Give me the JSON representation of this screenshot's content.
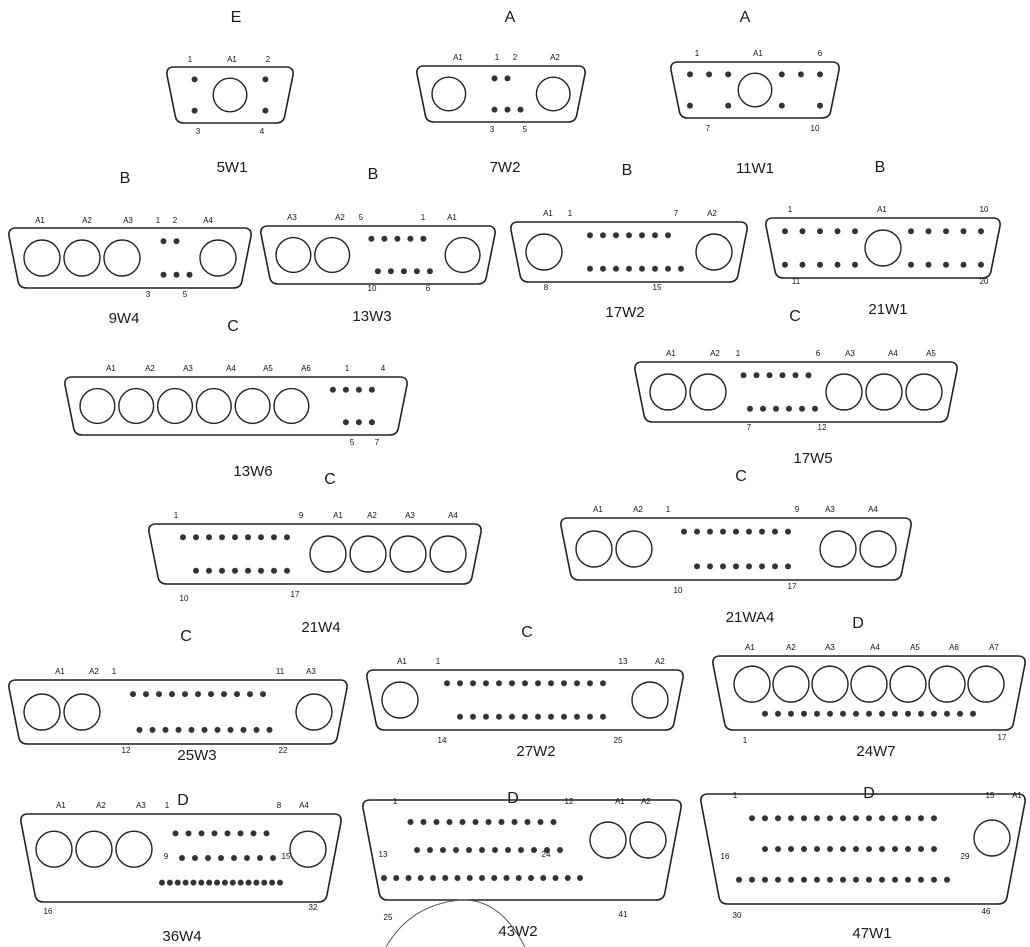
{
  "connectors": [
    {
      "id": "5W1",
      "shell": "E",
      "pin_labels": [
        "1",
        "A1",
        "2",
        "3",
        "4"
      ],
      "signal_rows": [
        2,
        2
      ],
      "coax_count": 1
    },
    {
      "id": "7W2",
      "shell": "A",
      "pin_labels": [
        "A1",
        "1",
        "2",
        "A2",
        "3",
        "5"
      ],
      "signal_rows": [
        2,
        3
      ],
      "coax_count": 2
    },
    {
      "id": "11W1",
      "shell": "A",
      "pin_labels": [
        "1",
        "A1",
        "6",
        "7",
        "10"
      ],
      "signal_rows": [
        6,
        4
      ],
      "coax_count": 1
    },
    {
      "id": "9W4",
      "shell": "B",
      "pin_labels": [
        "A1",
        "A2",
        "A3",
        "1",
        "2",
        "A4",
        "3",
        "5"
      ],
      "signal_rows": [
        2,
        3
      ],
      "coax_count": 4
    },
    {
      "id": "13W3",
      "shell": "B",
      "pin_labels": [
        "A3",
        "A2",
        "5",
        "1",
        "A1",
        "10",
        "6"
      ],
      "signal_rows": [
        5,
        5
      ],
      "coax_count": 3
    },
    {
      "id": "17W2",
      "shell": "B",
      "pin_labels": [
        "A1",
        "1",
        "7",
        "A2",
        "8",
        "15"
      ],
      "signal_rows": [
        7,
        8
      ],
      "coax_count": 2
    },
    {
      "id": "21W1",
      "shell": "B",
      "pin_labels": [
        "1",
        "A1",
        "10",
        "11",
        "20"
      ],
      "signal_rows": [
        10,
        10
      ],
      "coax_count": 1
    },
    {
      "id": "13W6",
      "shell": "C",
      "pin_labels": [
        "A1",
        "A2",
        "A3",
        "A4",
        "A5",
        "A6",
        "1",
        "4",
        "5",
        "7"
      ],
      "signal_rows": [
        4,
        3
      ],
      "coax_count": 6
    },
    {
      "id": "17W5",
      "shell": "C",
      "pin_labels": [
        "A1",
        "A2",
        "1",
        "6",
        "A3",
        "A4",
        "A5",
        "7",
        "12"
      ],
      "signal_rows": [
        6,
        6
      ],
      "coax_count": 5
    },
    {
      "id": "21W4",
      "shell": "C",
      "pin_labels": [
        "1",
        "9",
        "A1",
        "A2",
        "A3",
        "A4",
        "10",
        "17"
      ],
      "signal_rows": [
        9,
        8
      ],
      "coax_count": 4
    },
    {
      "id": "21WA4",
      "shell": "C",
      "pin_labels": [
        "A1",
        "A2",
        "1",
        "9",
        "A3",
        "A4",
        "10",
        "17"
      ],
      "signal_rows": [
        9,
        8
      ],
      "coax_count": 4
    },
    {
      "id": "25W3",
      "shell": "C",
      "pin_labels": [
        "A1",
        "A2",
        "1",
        "11",
        "A3",
        "12",
        "22"
      ],
      "signal_rows": [
        11,
        11
      ],
      "coax_count": 3
    },
    {
      "id": "27W2",
      "shell": "C",
      "pin_labels": [
        "A1",
        "1",
        "13",
        "A2",
        "14",
        "25"
      ],
      "signal_rows": [
        13,
        12
      ],
      "coax_count": 2
    },
    {
      "id": "24W7",
      "shell": "D",
      "pin_labels": [
        "A1",
        "A2",
        "A3",
        "A4",
        "A5",
        "A6",
        "A7",
        "1",
        "17"
      ],
      "signal_rows": [
        17
      ],
      "coax_count": 7
    },
    {
      "id": "36W4",
      "shell": "D",
      "pin_labels": [
        "A1",
        "A2",
        "A3",
        "1",
        "8",
        "A4",
        "9",
        "15",
        "16",
        "32"
      ],
      "signal_rows": [
        8,
        8,
        16
      ],
      "coax_count": 4
    },
    {
      "id": "43W2",
      "shell": "D",
      "pin_labels": [
        "1",
        "12",
        "A1",
        "A2",
        "13",
        "24",
        "25",
        "41"
      ],
      "signal_rows": [
        12,
        12,
        17
      ],
      "coax_count": 2
    },
    {
      "id": "47W1",
      "shell": "D",
      "pin_labels": [
        "1",
        "15",
        "A1",
        "16",
        "29",
        "30",
        "46"
      ],
      "signal_rows": [
        15,
        14,
        17
      ],
      "coax_count": 1
    }
  ]
}
